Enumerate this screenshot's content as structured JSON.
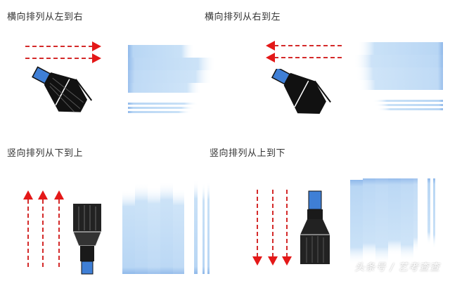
{
  "panels": [
    {
      "id": "left-to-right",
      "title": "横向排列从左到右",
      "direction": "right"
    },
    {
      "id": "right-to-left",
      "title": "横向排列从右到左",
      "direction": "left"
    },
    {
      "id": "bottom-to-top",
      "title": "竖向排列从下到上",
      "direction": "up"
    },
    {
      "id": "top-to-bottom",
      "title": "竖向排列从上到下",
      "direction": "down"
    }
  ],
  "colors": {
    "arrow": "#e41818",
    "marker_tip": "#3f7fd6",
    "stroke_blue": "#a9cdf0",
    "marker_body": "#1a1a1a"
  },
  "watermark": "头条号 / 艺考查查"
}
